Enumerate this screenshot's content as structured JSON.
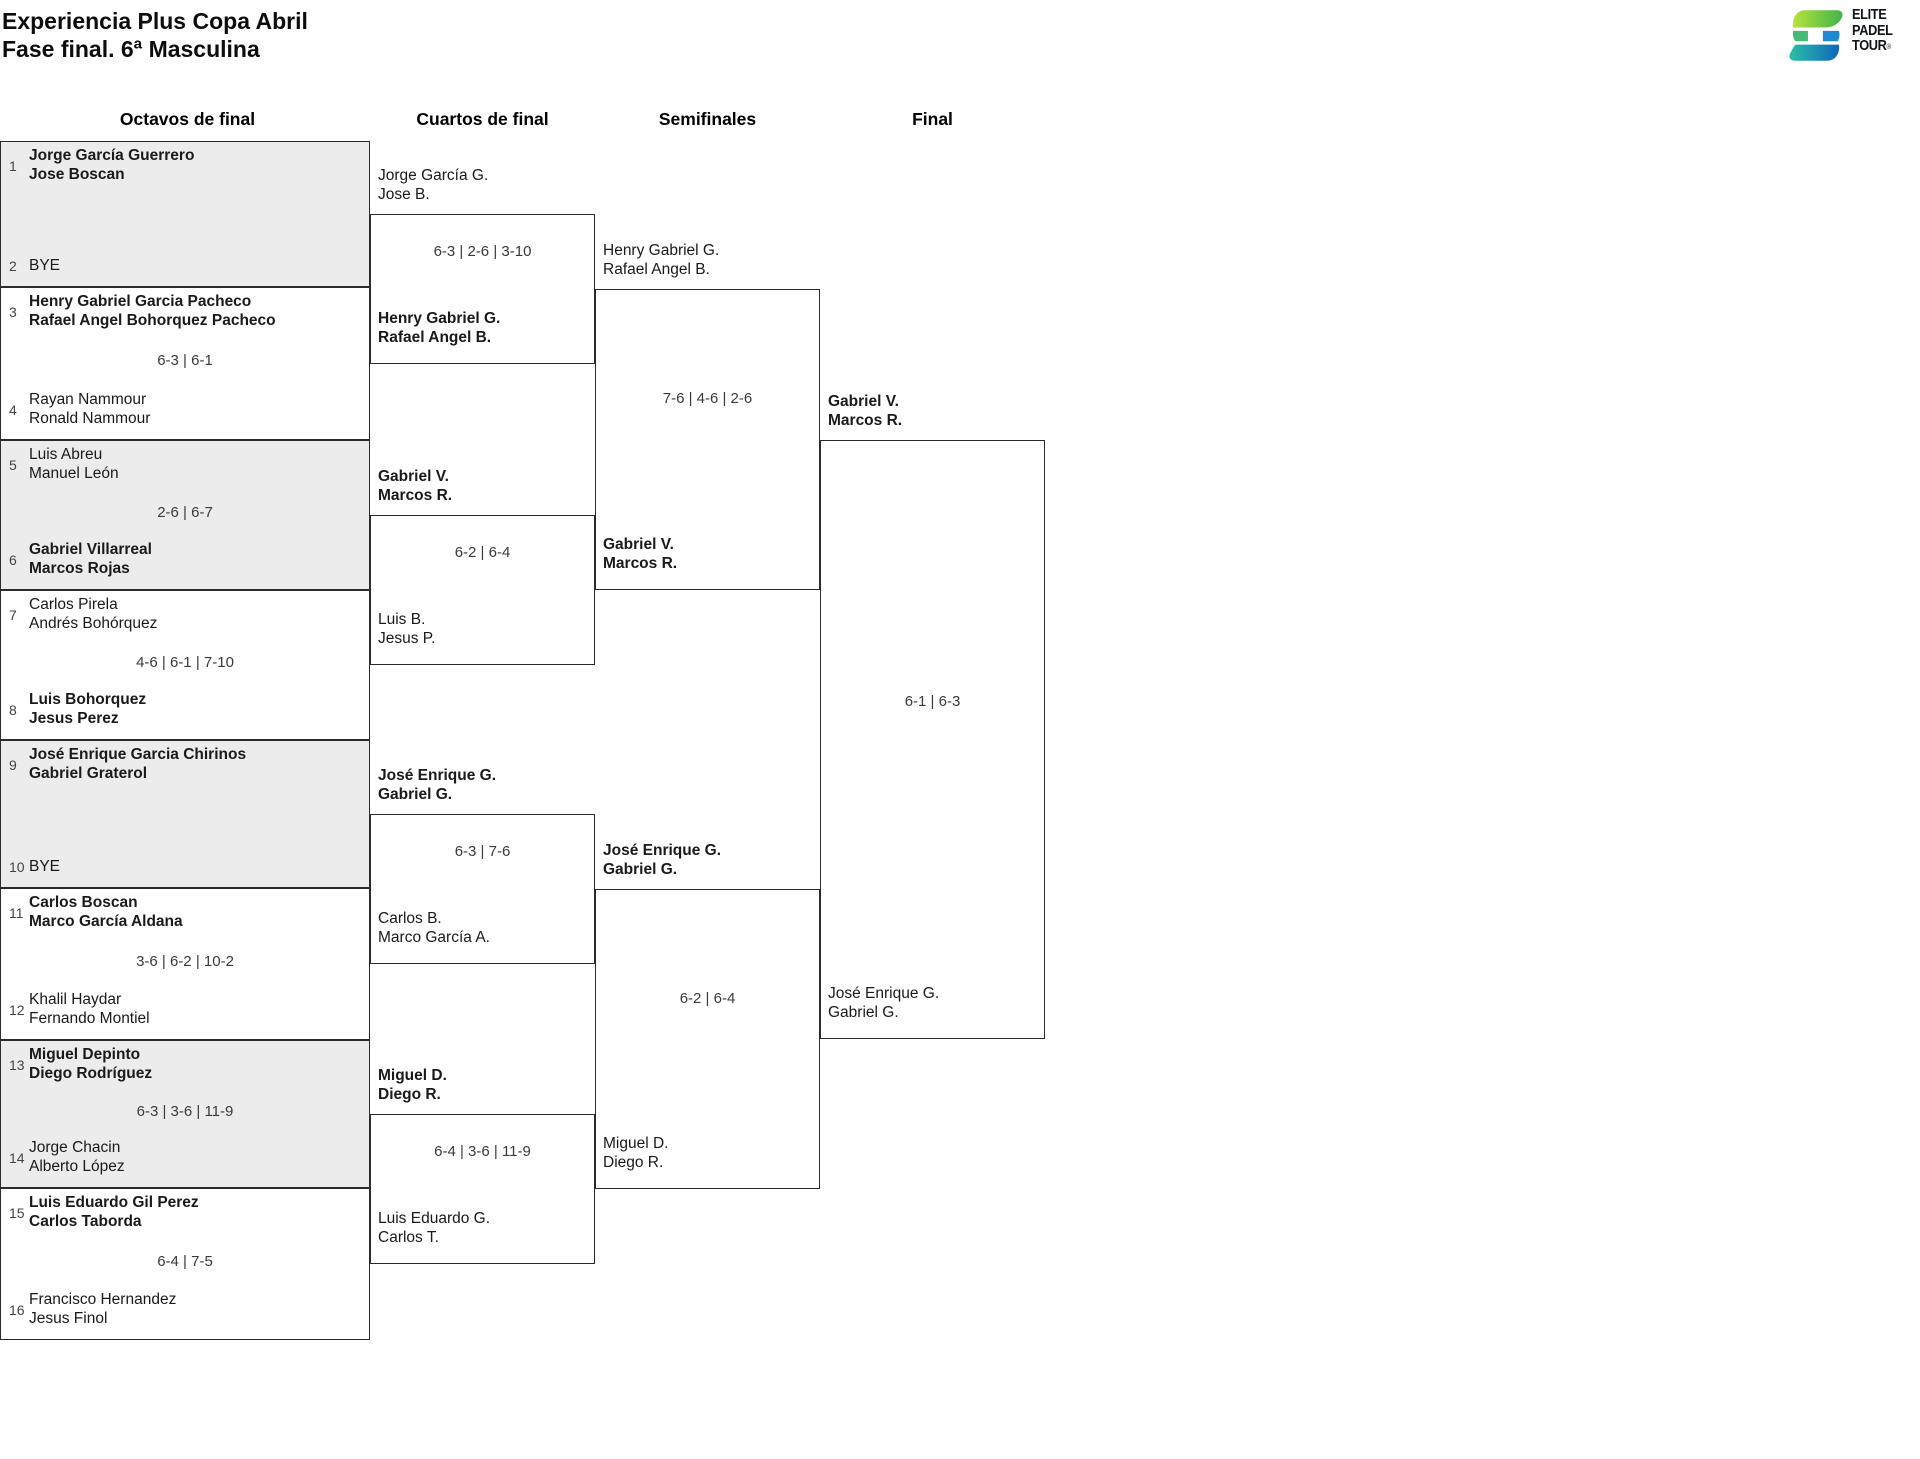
{
  "title": {
    "line1": "Experiencia Plus Copa Abril",
    "line2": "Fase final. 6ª Masculina"
  },
  "logo": {
    "text_lines": [
      "ELITE",
      "PADEL",
      "TOUR"
    ],
    "registered_mark": "®",
    "icon": "elite-padel-tour-logo"
  },
  "round_headers": [
    "Octavos de final",
    "Cuartos de final",
    "Semifinales",
    "Final"
  ],
  "colors": {
    "shaded_box": "#ececec",
    "box_border": "#2b2b2b",
    "text": "#1a1a1a",
    "score_text": "#3a3a3a",
    "logo_lime": "#b8e23b",
    "logo_green": "#3eb549",
    "logo_teal": "#2bbfa3",
    "logo_blue": "#1066c0",
    "logo_text": "#10131a"
  },
  "octavos": [
    {
      "seed_top": "1",
      "top": [
        "Jorge García Guerrero",
        "Jose Boscan"
      ],
      "seed_bottom": "2",
      "bottom": [
        "BYE"
      ],
      "score": "",
      "winner": "top"
    },
    {
      "seed_top": "3",
      "top": [
        "Henry Gabriel Garcia Pacheco",
        "Rafael Angel Bohorquez Pacheco"
      ],
      "seed_bottom": "4",
      "bottom": [
        "Rayan Nammour",
        "Ronald Nammour"
      ],
      "score": "6-3 | 6-1",
      "winner": "top"
    },
    {
      "seed_top": "5",
      "top": [
        "Luis Abreu",
        "Manuel León"
      ],
      "seed_bottom": "6",
      "bottom": [
        "Gabriel Villarreal",
        "Marcos Rojas"
      ],
      "score": "2-6 | 6-7",
      "winner": "bottom"
    },
    {
      "seed_top": "7",
      "top": [
        "Carlos Pirela",
        "Andrés Bohórquez"
      ],
      "seed_bottom": "8",
      "bottom": [
        "Luis Bohorquez",
        "Jesus Perez"
      ],
      "score": "4-6 | 6-1 | 7-10",
      "winner": "bottom"
    },
    {
      "seed_top": "9",
      "top": [
        "José Enrique Garcia Chirinos",
        "Gabriel Graterol"
      ],
      "seed_bottom": "10",
      "bottom": [
        "BYE"
      ],
      "score": "",
      "winner": "top"
    },
    {
      "seed_top": "11",
      "top": [
        "Carlos Boscan",
        "Marco García Aldana"
      ],
      "seed_bottom": "12",
      "bottom": [
        "Khalil Haydar",
        "Fernando Montiel"
      ],
      "score": "3-6 | 6-2 | 10-2",
      "winner": "top"
    },
    {
      "seed_top": "13",
      "top": [
        "Miguel Depinto",
        "Diego Rodríguez"
      ],
      "seed_bottom": "14",
      "bottom": [
        "Jorge Chacin",
        "Alberto López"
      ],
      "score": "6-3 | 3-6 | 11-9",
      "winner": "top"
    },
    {
      "seed_top": "15",
      "top": [
        "Luis Eduardo Gil Perez",
        "Carlos Taborda"
      ],
      "seed_bottom": "16",
      "bottom": [
        "Francisco Hernandez",
        "Jesus Finol"
      ],
      "score": "6-4 | 7-5",
      "winner": "top"
    }
  ],
  "cuartos": [
    {
      "top": [
        "Jorge García G.",
        "Jose B."
      ],
      "bottom": [
        "Henry Gabriel G.",
        "Rafael Angel B."
      ],
      "score": "6-3 | 2-6 | 3-10",
      "winner": "bottom"
    },
    {
      "top": [
        "Gabriel V.",
        "Marcos R."
      ],
      "bottom": [
        "Luis B.",
        "Jesus P."
      ],
      "score": "6-2 | 6-4",
      "winner": "top"
    },
    {
      "top": [
        "José Enrique G.",
        "Gabriel G."
      ],
      "bottom": [
        "Carlos B.",
        "Marco García A."
      ],
      "score": "6-3 | 7-6",
      "winner": "top"
    },
    {
      "top": [
        "Miguel D.",
        "Diego R."
      ],
      "bottom": [
        "Luis Eduardo G.",
        "Carlos T."
      ],
      "score": "6-4 | 3-6 | 11-9",
      "winner": "top"
    }
  ],
  "semifinales": [
    {
      "top": [
        "Henry Gabriel G.",
        "Rafael Angel B."
      ],
      "bottom": [
        "Gabriel V.",
        "Marcos R."
      ],
      "score": "7-6 | 4-6 | 2-6",
      "winner": "bottom"
    },
    {
      "top": [
        "José Enrique G.",
        "Gabriel G."
      ],
      "bottom": [
        "Miguel D.",
        "Diego R."
      ],
      "score": "6-2 | 6-4",
      "winner": "top"
    }
  ],
  "final": {
    "top": [
      "Gabriel V.",
      "Marcos R."
    ],
    "bottom": [
      "José Enrique G.",
      "Gabriel G."
    ],
    "score": "6-1 | 6-3",
    "winner": "top"
  }
}
